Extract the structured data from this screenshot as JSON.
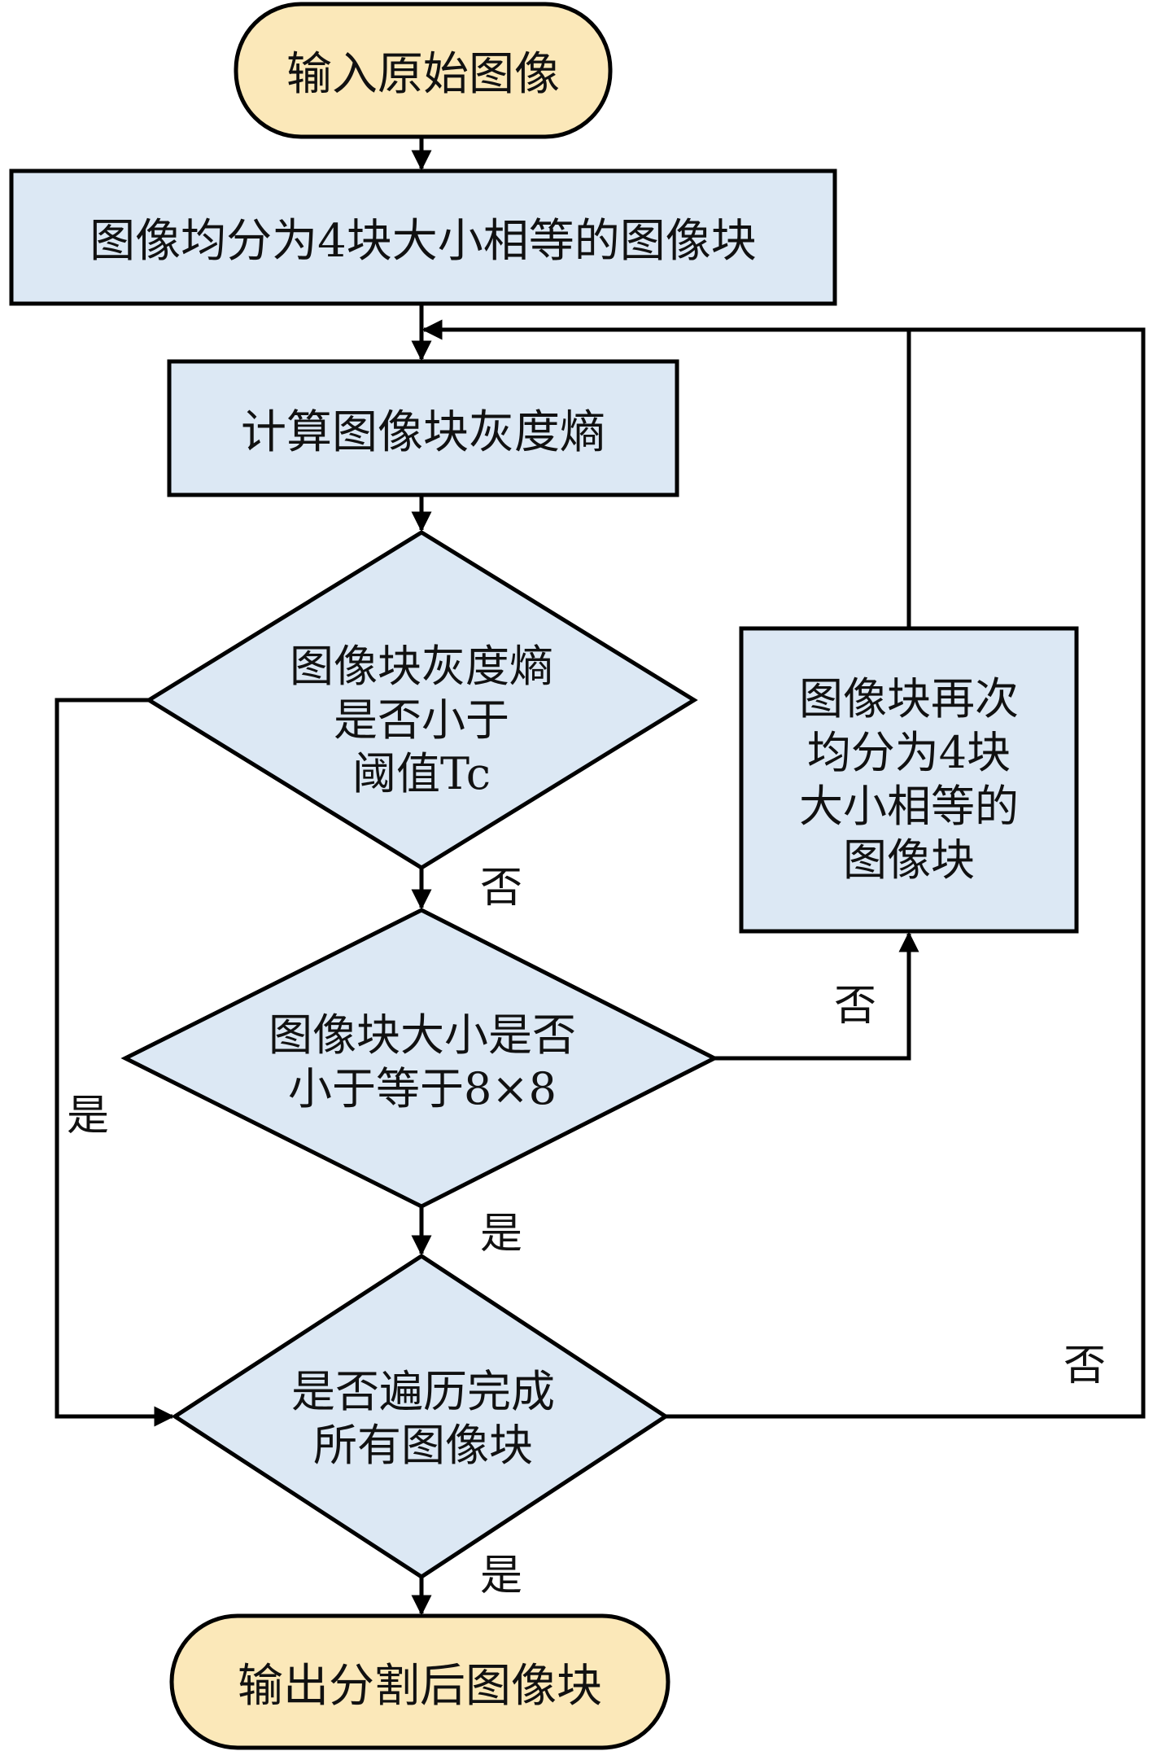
{
  "colors": {
    "terminal_fill": "#fbe8b9",
    "process_fill": "#dce8f4",
    "decision_fill": "#dce8f4",
    "stroke": "#000000"
  },
  "nodes": {
    "start": "输入原始图像",
    "split_initial": "图像均分为4块大小相等的图像块",
    "compute_entropy": "计算图像块灰度熵",
    "entropy_check": [
      "图像块灰度熵",
      "是否小于",
      "阈值Tc"
    ],
    "size_check": [
      "图像块大小是否",
      "小于等于8×8"
    ],
    "split_again": [
      "图像块再次",
      "均分为4块",
      "大小相等的",
      "图像块"
    ],
    "traverse_check": [
      "是否遍历完成",
      "所有图像块"
    ],
    "end": "输出分割后图像块"
  },
  "edge_labels": {
    "entropy_no": "否",
    "entropy_yes": "是",
    "size_no": "否",
    "size_yes": "是",
    "traverse_no": "否",
    "traverse_yes": "是"
  }
}
